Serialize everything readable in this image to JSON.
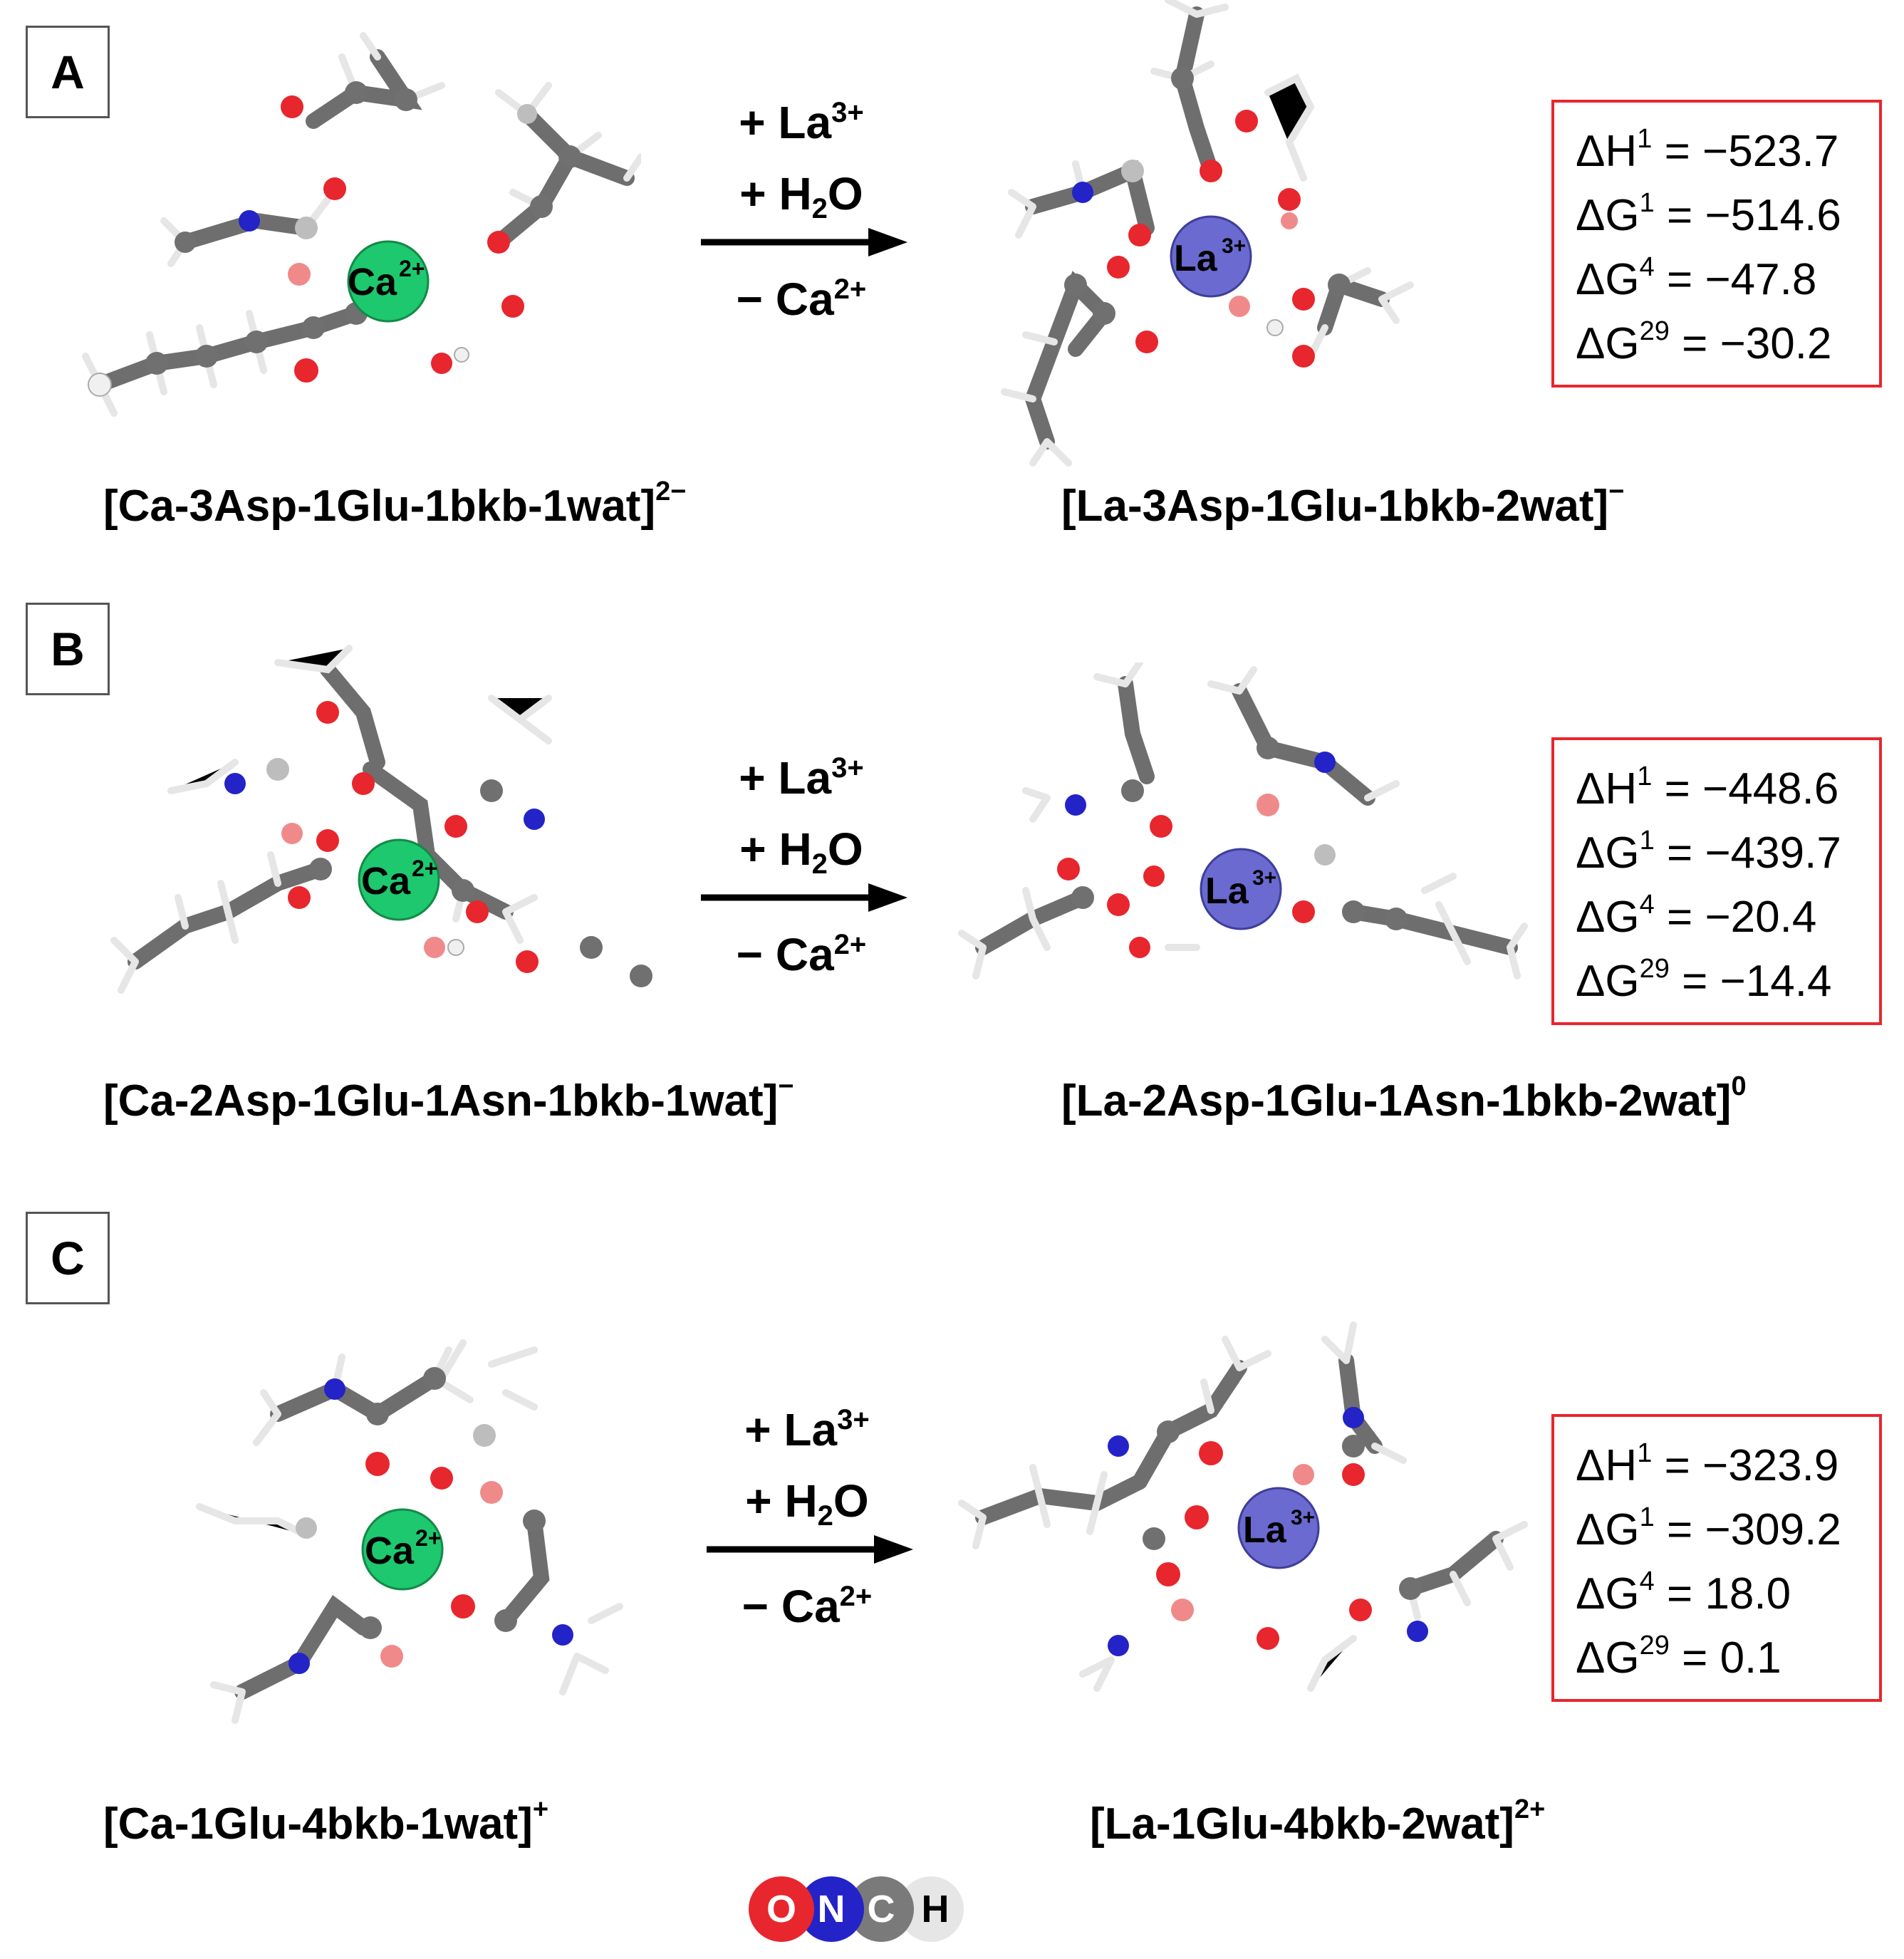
{
  "panels": [
    {
      "label": "A",
      "reagents": {
        "add_metal": "+ La",
        "add_metal_charge": "3+",
        "add_water": "+ H",
        "add_water_sub": "2",
        "add_water_tail": "O",
        "remove_metal": "− Ca",
        "remove_metal_charge": "2+"
      },
      "left_ion": {
        "text": "Ca",
        "charge": "2+"
      },
      "right_ion": {
        "text": "La",
        "charge": "3+"
      },
      "energies": [
        {
          "sym": "ΔH",
          "sup": "1",
          "val": " = −523.7"
        },
        {
          "sym": "ΔG",
          "sup": "1",
          "val": " = −514.6"
        },
        {
          "sym": "ΔG",
          "sup": "4",
          "val": " = −47.8"
        },
        {
          "sym": "ΔG",
          "sup": "29",
          "val": " = −30.2"
        }
      ],
      "left_caption": "[Ca-3Asp-1Glu-1bkb-1wat]",
      "left_caption_charge": "2−",
      "right_caption": "[La-3Asp-1Glu-1bkb-2wat]",
      "right_caption_charge": "−"
    },
    {
      "label": "B",
      "reagents": {
        "add_metal": "+ La",
        "add_metal_charge": "3+",
        "add_water": "+ H",
        "add_water_sub": "2",
        "add_water_tail": "O",
        "remove_metal": "− Ca",
        "remove_metal_charge": "2+"
      },
      "left_ion": {
        "text": "Ca",
        "charge": "2+"
      },
      "right_ion": {
        "text": "La",
        "charge": "3+"
      },
      "energies": [
        {
          "sym": "ΔH",
          "sup": "1",
          "val": " = −448.6"
        },
        {
          "sym": "ΔG",
          "sup": "1",
          "val": " = −439.7"
        },
        {
          "sym": "ΔG",
          "sup": "4",
          "val": " = −20.4"
        },
        {
          "sym": "ΔG",
          "sup": "29",
          "val": " = −14.4"
        }
      ],
      "left_caption": "[Ca-2Asp-1Glu-1Asn-1bkb-1wat]",
      "left_caption_charge": "−",
      "right_caption": "[La-2Asp-1Glu-1Asn-1bkb-2wat]",
      "right_caption_charge": "0"
    },
    {
      "label": "C",
      "reagents": {
        "add_metal": "+ La",
        "add_metal_charge": "3+",
        "add_water": "+ H",
        "add_water_sub": "2",
        "add_water_tail": "O",
        "remove_metal": "− Ca",
        "remove_metal_charge": "2+"
      },
      "left_ion": {
        "text": "Ca",
        "charge": "2+"
      },
      "right_ion": {
        "text": "La",
        "charge": "3+"
      },
      "energies": [
        {
          "sym": "ΔH",
          "sup": "1",
          "val": " = −323.9"
        },
        {
          "sym": "ΔG",
          "sup": "1",
          "val": " = −309.2"
        },
        {
          "sym": "ΔG",
          "sup": "4",
          "val": " = 18.0"
        },
        {
          "sym": "ΔG",
          "sup": "29",
          "val": " = 0.1"
        }
      ],
      "left_caption": "[Ca-1Glu-4bkb-1wat]",
      "left_caption_charge": "+",
      "right_caption": "[La-1Glu-4bkb-2wat]",
      "right_caption_charge": "2+"
    }
  ],
  "legend": {
    "o": "O",
    "n": "N",
    "c": "C",
    "h": "H"
  },
  "colors": {
    "oxygen": "#e8262d",
    "nitrogen": "#2323c8",
    "carbon": "#6e6e6e",
    "hydrogen": "#e6e6e6",
    "calcium": "#1ec86e",
    "lanthanum": "#6a6ad0",
    "box_border": "#e8262d"
  }
}
